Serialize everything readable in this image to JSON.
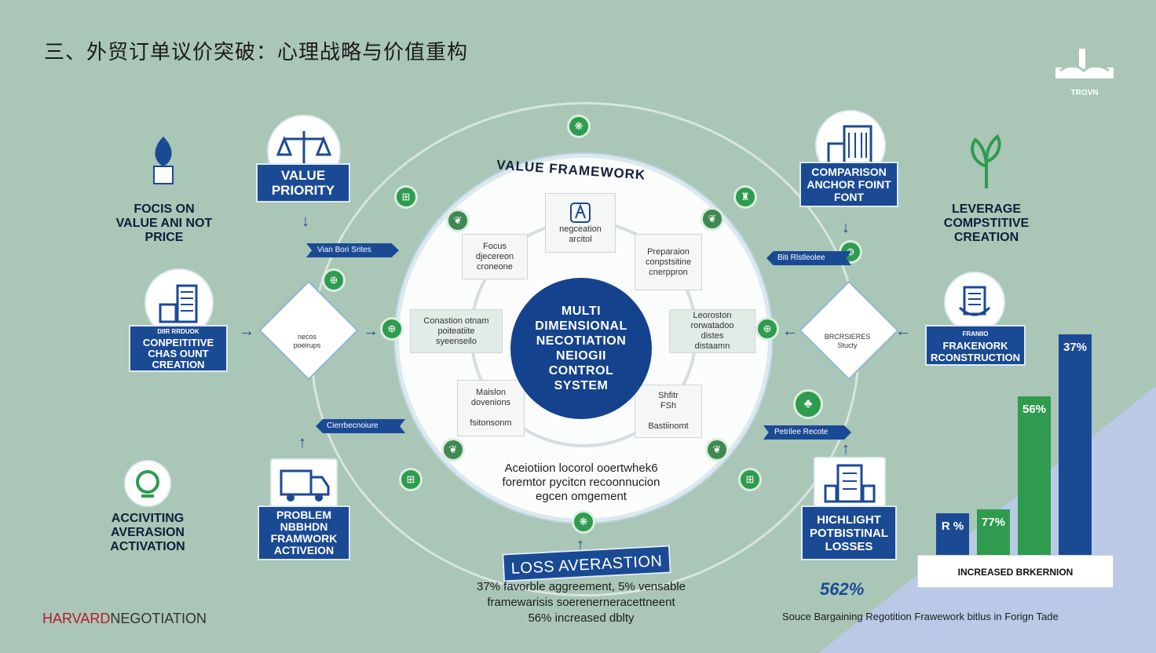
{
  "title": "三、外贸订单议价突破：心理战略与价值重构",
  "center": {
    "arc_title": "VALUE FRAMEWORK",
    "core_label": "MULTI\nDIMENSIONAL\nNECOTIATION\nNEIOGII\nCONTROL\nSYSTEM",
    "caption": "Aceiotiion locorol ooertwhek6\nforemtor pycitcn recoonnucion\negcen omgement"
  },
  "inner_cards": [
    {
      "text": "Focus\ndjecereon\ncroneone"
    },
    {
      "text": "negceation\narcitol"
    },
    {
      "text": "Preparaion\nconpstsitine\ncnerppron"
    },
    {
      "text": "Conastion otnam\npoiteatiite\nsyeenseilo"
    },
    {
      "text": "Leoroston\nrorwatadoo\ndistes\ndistaamn"
    },
    {
      "text": "Maislon\ndovenions\n\nfsitonsonm"
    },
    {
      "text": "Shfitr\nFSh\n\nBastiinomt"
    }
  ],
  "left": {
    "top_label": "FOCIS ON\nVALUE ANI NOT\nPRICE",
    "value_box": "VALUE\nPRIORITY",
    "tag_1": "Vian Bori Srites",
    "comp_box_small": "DIIR RRDUOK",
    "comp_box": "CONPEITITIVE\nCHAS OUNT\nCREATION",
    "diamond_text": "necos\npoeirups",
    "tag_2": "Cierrbecnoiure",
    "bottom_label": "ACCIVITING\nAVERASION\nACTIVATION",
    "problem_box": "PROBLEM\nNBBHDN\nFRAMWORK\nACTIVEION"
  },
  "right": {
    "comparison_box": "COMPARISON\nANCHOR FOINT\nFONT",
    "top_label": "LEVERAGE\nCOMPSTITIVE\nCREATION",
    "tag_1": "Biti Rlstleolee",
    "framework_box": "FRAKENORK\nRCONSTRUCTION",
    "framework_small": "FRANIIO",
    "diamond_text": "BRCRSIERES\nStucty",
    "tag_2": "Petrilee Recote",
    "highlight_box": "HICHLIGHT\nPOTBISTINAL\nLOSSES"
  },
  "bottom": {
    "banner": "LOSS AVERASTION",
    "stats": "37% favorble aggreement, 5% vensable\nframewarisis soerenerneracettneent\n56% increased dblty",
    "big_stat": "562%"
  },
  "chart_data": {
    "type": "bar",
    "categories": [
      "",
      "",
      "",
      ""
    ],
    "values": [
      11,
      17,
      56,
      37
    ],
    "labels": [
      "R %",
      "77%",
      "56%",
      "37%"
    ],
    "colors": [
      "#1b4a95",
      "#2e9b4f",
      "#2e9b4f",
      "#1b4a95"
    ],
    "box_label": "INCREASED BRKERNION"
  },
  "footer": {
    "brand_red": "HARVARD",
    "brand_rest": "NEGOTIATION",
    "source": "Souce Bargaining Regotition Frawework bitlus in Forign Tade"
  },
  "logo_text": "TROVN"
}
